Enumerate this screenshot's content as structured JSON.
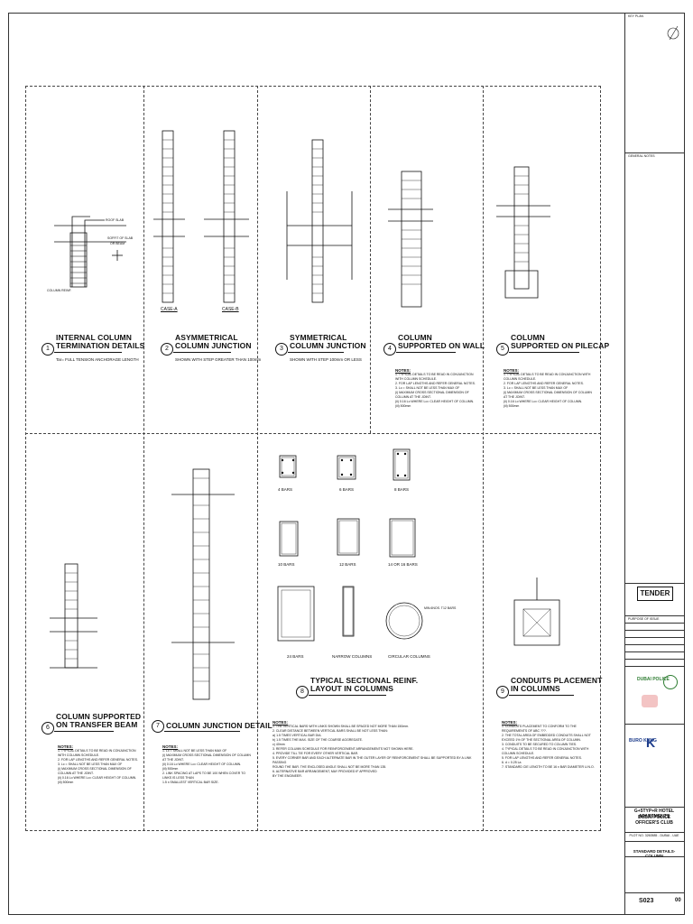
{
  "details": [
    {
      "num": "1",
      "title": [
        "INTERNAL COLUMN",
        "TERMINATION DETAILS"
      ],
      "sub": "Tar= FULL TENSION ANCHORAGE LENGTH"
    },
    {
      "num": "2",
      "title": [
        "ASYMMETRICAL",
        "COLUMN JUNCTION"
      ],
      "sub": "SHOWN WITH STEP GREATER THAN 100mm"
    },
    {
      "num": "3",
      "title": [
        "SYMMETRICAL",
        "COLUMN JUNCTION"
      ],
      "sub": "SHOWN WITH STEP 100mm OR LESS"
    },
    {
      "num": "4",
      "title": [
        "COLUMN",
        "SUPPORTED ON WALL"
      ],
      "sub": ""
    },
    {
      "num": "5",
      "title": [
        "COLUMN",
        "SUPPORTED ON PILECAP"
      ],
      "sub": ""
    },
    {
      "num": "6",
      "title": [
        "COLUMN SUPPORTED",
        "ON TRANSFER BEAM"
      ],
      "sub": ""
    },
    {
      "num": "7",
      "title": [
        "COLUMN JUNCTION DETAIL"
      ],
      "sub": ""
    },
    {
      "num": "8",
      "title": [
        "TYPICAL SECTIONAL REINF.",
        "LAYOUT IN COLUMNS"
      ],
      "sub": ""
    },
    {
      "num": "9",
      "title": [
        "CONDUITS PLACEMENT",
        "IN COLUMNS"
      ],
      "sub": ""
    }
  ],
  "case_labels": {
    "a": "CASE-A",
    "b": "CASE-B"
  },
  "detail1_labels": {
    "roof_slab": "ROOF SLAB",
    "soffit": "SOFFIT OF SLAB",
    "or_beam": "OR BEAM",
    "column": "COLUMN REINF."
  },
  "section_labels": {
    "b4": "4 BARS",
    "b6": "6 BARS",
    "b8": "8 BARS",
    "b10": "10 BARS",
    "b12": "12 BARS",
    "b14": "14 OR 16 BARS",
    "b24": "24 BARS",
    "narrow": "NARROW COLUMNS",
    "circular": "CIRCULAR COLUMNS",
    "min_bars": "MIN.6NOS. T12 BARS"
  },
  "notes_heading": "NOTES:",
  "notes_4": [
    "1. TYPICAL DETAILS TO BE READ IN CONJUNCTION WITH COLUMN SCHEDULE.",
    "2. FOR LAP LENGTHS AND REFER GENERAL NOTES.",
    "3. Lc = SHALL NOT BE LESS THAN MAX OF",
    "(i) MAXIMUM CROSS SECTIONAL DIMENSION OF COLUMN AT THE JOINT.",
    "(ii) 0.16 Lo WHERE Lo= CLEAR HEIGHT OF COLUMN.",
    "(iii) 500mm"
  ],
  "notes_5": [
    "1. TYPICAL DETAILS TO BE READ IN CONJUNCTION WITH COLUMN SCHEDULE.",
    "2. FOR LAP LENGTHS AND REFER GENERAL NOTES.",
    "3. Lc = SHALL NOT BE LESS THAN MAX OF",
    "(i) MAXIMUM CROSS SECTIONAL DIMENSION OF COLUMN AT THE JOINT.",
    "(ii) 0.16 Lo WHERE Lo= CLEAR HEIGHT OF COLUMN.",
    "(iii) 500mm"
  ],
  "notes_6": [
    "1. TYPICAL DETAILS TO BE READ IN CONJUNCTION WITH COLUMN SCHEDULE.",
    "2. FOR LAP LENGTHS AND REFER GENERAL NOTES.",
    "3. Lc = SHALL NOT BE LESS THAN MAX OF",
    "(i) MAXIMUM CROSS SECTIONAL DIMENSION OF COLUMN AT THE JOINT.",
    "(ii) 0.16 Lo WHERE Lo= CLEAR HEIGHT OF COLUMN.",
    "(iii) 500mm"
  ],
  "notes_7": [
    "1. Lc = SHALL NOT BE LESS THAN MAX OF",
    "(i) MAXIMUM CROSS SECTIONAL DIMENSION OF COLUMN AT THE JOINT.",
    "(ii) 0.16 Lo WHERE Lo= CLEAR HEIGHT OF COLUMN.",
    "(iii) 500mm",
    "2. LINK SPACING AT LAPS TO BE 100 WHEN COVER TO LINKS IS LESS THAN",
    "1.5 x SMALLEST VERTICAL BAR SIZE."
  ],
  "notes_8": [
    "1. THE VERTICAL BARS WITH LINKS SHOWN SHALL BE SPACED NOT MORE THAN 150mm.",
    "2. CLEAR DISTANCE BETWEEN VERTICAL BARS SHALL BE NOT LESS THAN:",
    "a) 1.5 TIMES VERTICAL BAR DIA.",
    "b) 1.5 TIMES THE MAX. SIZE OF THE COARSE AGGREGATE.",
    "c) 40mm",
    "3. REFER COLUMN SCHEDULE FOR REINFORCEMENT ARRANGEMENTS NOT SHOWN HERE.",
    "4. PROVIDE TILL TIE FOR EVERY OTHER VERTICAL BAR.",
    "5. EVERY CORNER BAR AND EACH ALTERNATE BAR IN THE OUTER LAYER OF REINFORCEMENT SHALL BE SUPPORTED BY A LINK PASSING",
    "ROUND THE BAR. THE ENCLOSED ANGLE SHALL NOT BE MORE THAN 135.",
    "6. ALTERNATIVE BAR ARRANGEMENT, MAY PROVIDED IF APPROVED",
    "BY THE ENGINEER."
  ],
  "notes_9": [
    "1. CONDUITS PLACEMENT TO CONFORM TO THE REQUIREMENTS OF ABC ???.",
    "2. THE TOTAL AREA OF EMBEDDED CONDUITS SHALL NOT EXCEED 1% OF THE SECTIONAL AREA OF COLUMN.",
    "3. CONDUITS TO BE SECURED TO COLUMN TIES.",
    "4. TYPICAL DETAILS TO BE READ IN CONJUNCTION WITH COLUMN SCHEDULE.",
    "5. FOR LAP LENGTHS AND REFER GENERAL NOTES.",
    "6. d = 0.25 La",
    "7. STANDARD CIE LENGTH TO BE 16 x BAR DIAMETER U.N.O."
  ],
  "titleblock": {
    "key_plan": "KEY PLAN",
    "general_notes": "GENERAL NOTES",
    "tender": "TENDER",
    "purpose": "PURPOSE OF ISSUE",
    "project_line1": "G+5TYP+R HOTEL APARTMENTS",
    "project_line2": "DUBAI POLICE OFFICER'S CLUB",
    "plot": "PLOT NO. 3260585 - DUBAI - UAE",
    "drawing_title": "STANDARD DETAILS-COLUMN",
    "sheet": "S023",
    "rev": "00",
    "police_label": "DUBAI POLICE",
    "consultant": "BURO KUNG"
  }
}
